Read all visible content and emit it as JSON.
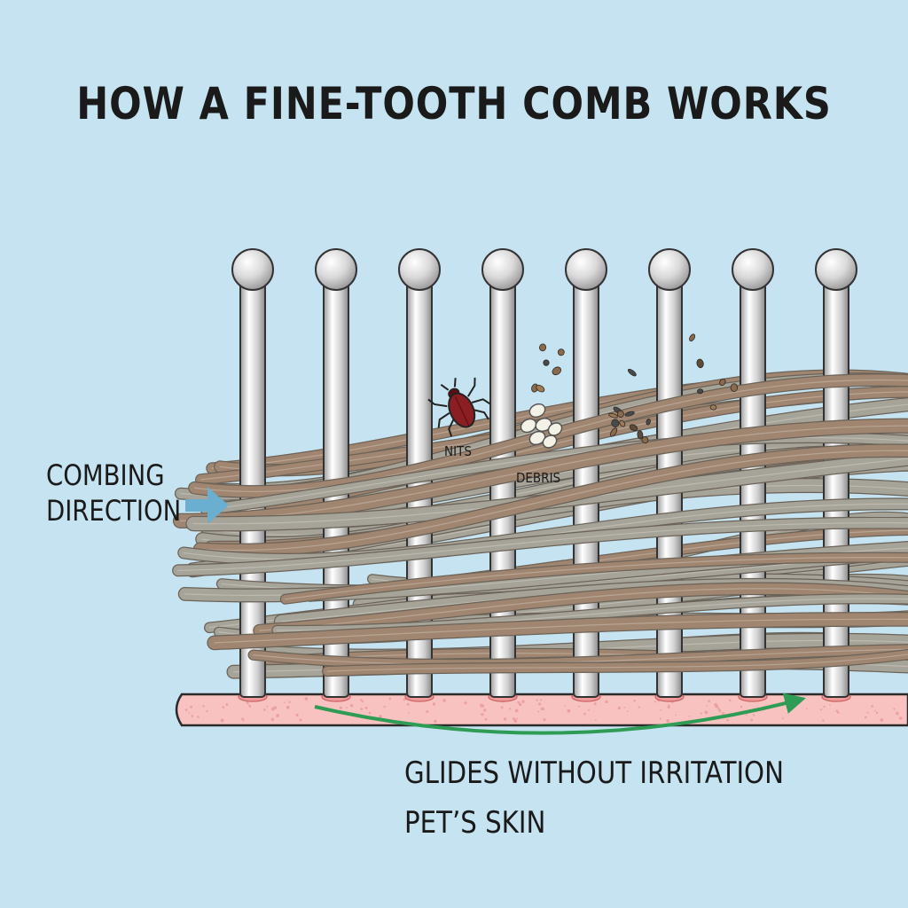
{
  "title": "HOW A FINE-TOOTH COMB WORKS",
  "labels": {
    "combing_direction_line1": "COMBING",
    "combing_direction_line2": "DIRECTION",
    "nits": "NITS",
    "debris": "DEBRIS",
    "glides_without_irritation": "GLIDES WITHOUT IRRITATION",
    "pets_skin": "PET’S SKIN"
  },
  "colors": {
    "background": "#c6e3f1",
    "skin": "#f7c2c0",
    "hair_brown": "#a08670",
    "hair_gray": "#a6a398",
    "arrow_blue": "#6aaed0",
    "arrow_green": "#2e9c55",
    "louse": "#8b1e22"
  },
  "comb": {
    "tooth_count": 8
  },
  "icons": {
    "direction_arrow": "right-arrow-icon",
    "louse": "louse-icon",
    "nit_eggs": "egg-cluster-icon"
  }
}
